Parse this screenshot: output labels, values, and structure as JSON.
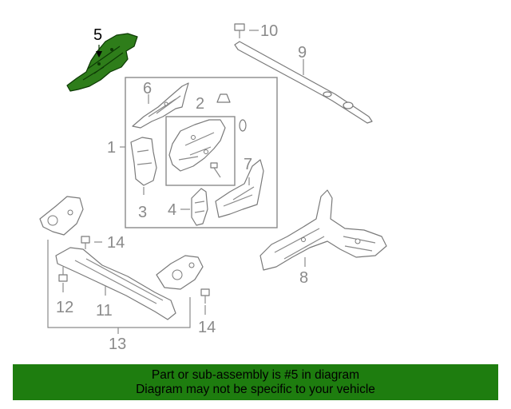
{
  "labels": {
    "l1": "1",
    "l2": "2",
    "l3": "3",
    "l4": "4",
    "l5": "5",
    "l6": "6",
    "l7": "7",
    "l8": "8",
    "l9": "9",
    "l10": "10",
    "l11": "11",
    "l12": "12",
    "l13": "13",
    "l14a": "14",
    "l14b": "14"
  },
  "highlight_color": "#2e7d1a",
  "banner": {
    "color": "#1e7d0f",
    "line1": "Part or sub-assembly is #5 in diagram",
    "line2": "Diagram may not be specific to your vehicle"
  }
}
